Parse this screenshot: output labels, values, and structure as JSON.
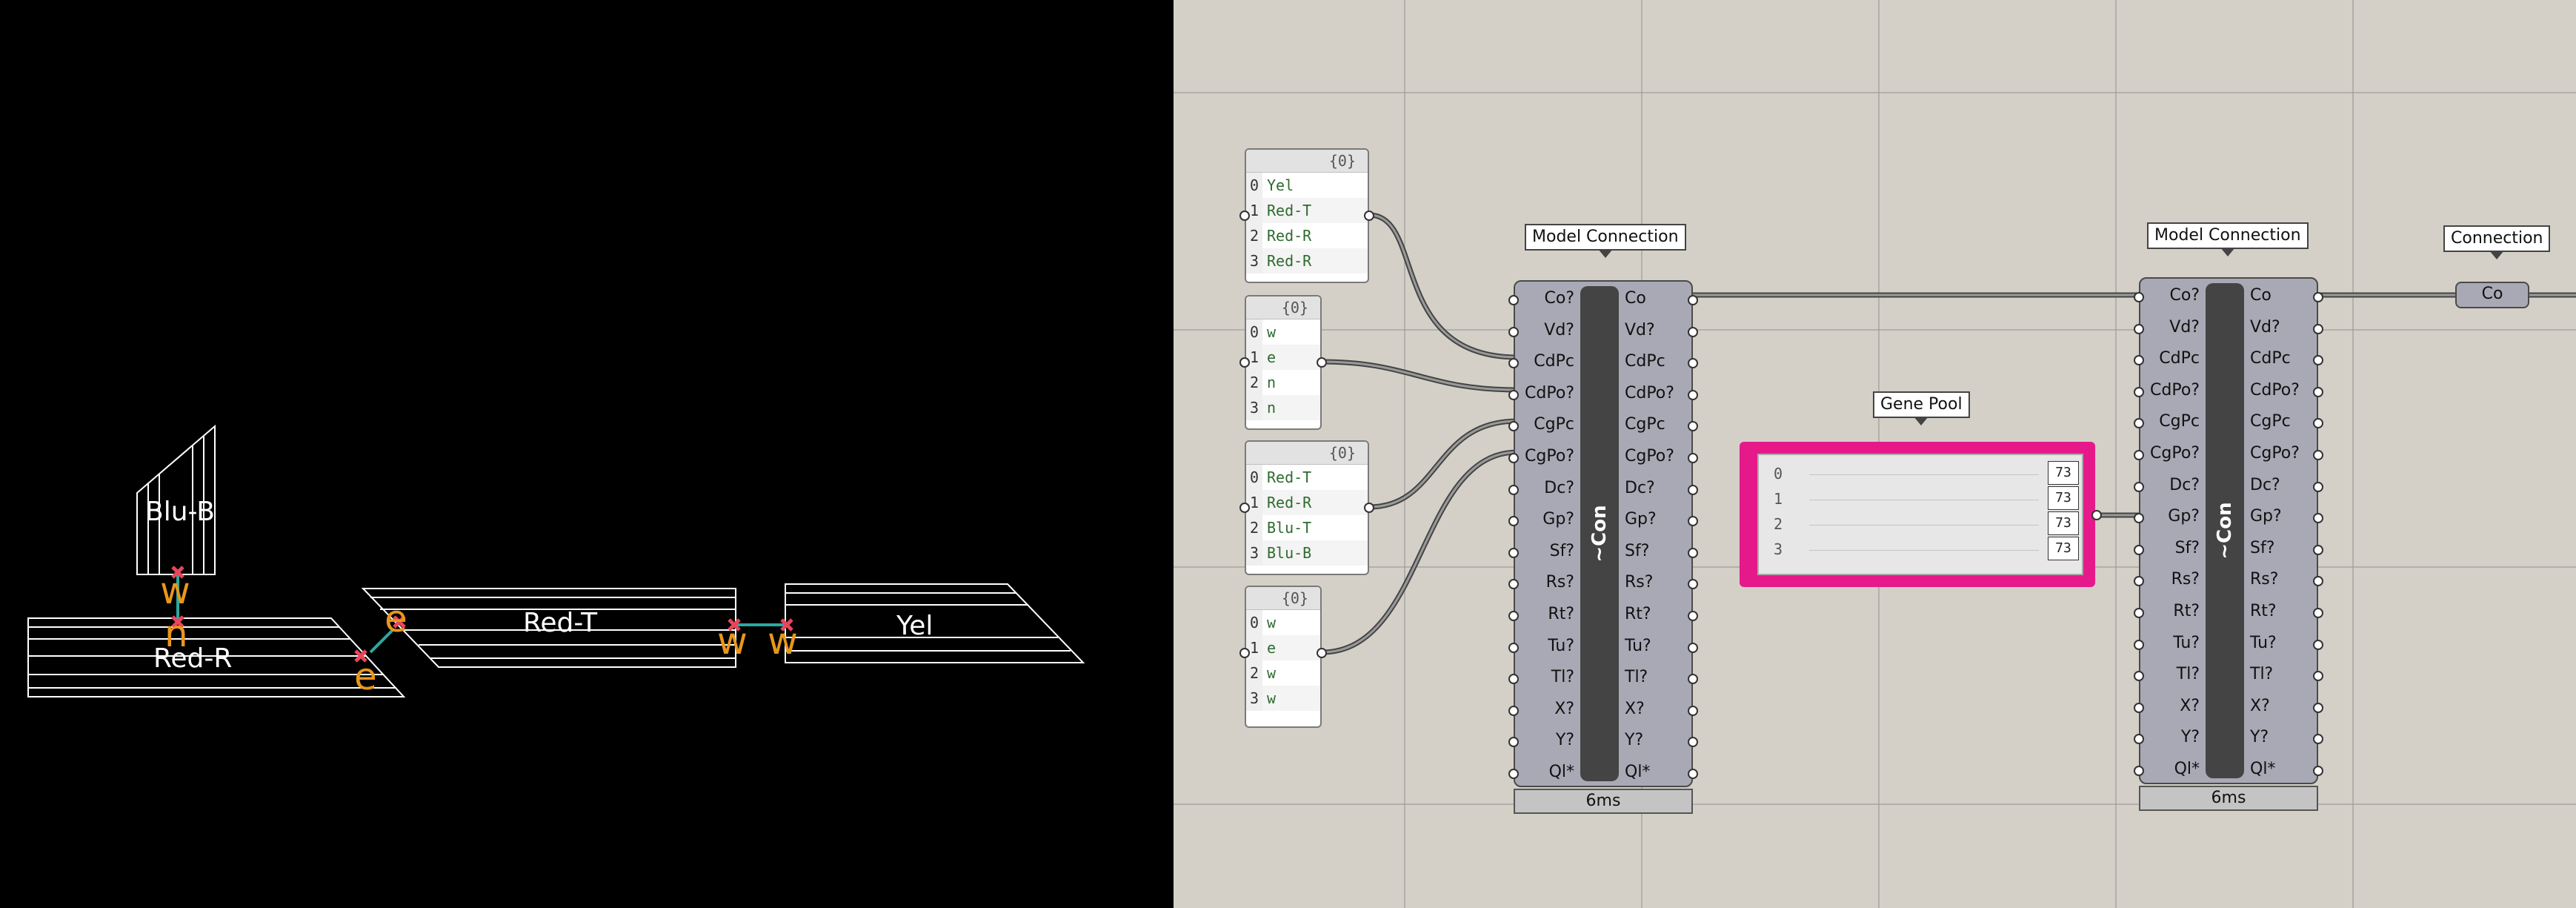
{
  "viewport": {
    "shapes": {
      "blu": "Blu-B",
      "red_r": "Red-R",
      "red_t": "Red-T",
      "yel": "Yel"
    },
    "connector_labels": [
      "w",
      "n",
      "e",
      "e",
      "w",
      "w"
    ],
    "colors": {
      "background": "#000000",
      "outline": "#ffffff",
      "marker": "#e8465a",
      "arrow": "#2aa8a0",
      "connector_text": "#e8961c"
    }
  },
  "canvas": {
    "panels": [
      {
        "header": "{0}",
        "items": [
          "Yel",
          "Red-T",
          "Red-R",
          "Red-R"
        ]
      },
      {
        "header": "{0}",
        "items": [
          "w",
          "e",
          "n",
          "n"
        ]
      },
      {
        "header": "{0}",
        "items": [
          "Red-T",
          "Red-R",
          "Blu-T",
          "Blu-B"
        ]
      },
      {
        "header": "{0}",
        "items": [
          "w",
          "e",
          "w",
          "w"
        ]
      }
    ],
    "components": [
      {
        "title": "Model Connection",
        "name": "~Con",
        "timer": "6ms",
        "inputs": [
          "Co?",
          "Vd?",
          "CdPc",
          "CdPo?",
          "CgPc",
          "CgPo?",
          "Dc?",
          "Gp?",
          "Sf?",
          "Rs?",
          "Rt?",
          "Tu?",
          "Tl?",
          "X?",
          "Y?",
          "Ql*"
        ],
        "outputs": [
          "Co",
          "Vd?",
          "CdPc",
          "CdPo?",
          "CgPc",
          "CgPo?",
          "Dc?",
          "Gp?",
          "Sf?",
          "Rs?",
          "Rt?",
          "Tu?",
          "Tl?",
          "X?",
          "Y?",
          "Ql*"
        ]
      },
      {
        "title": "Model Connection",
        "name": "~Con",
        "timer": "6ms",
        "inputs": [
          "Co?",
          "Vd?",
          "CdPc",
          "CdPo?",
          "CgPc",
          "CgPo?",
          "Dc?",
          "Gp?",
          "Sf?",
          "Rs?",
          "Rt?",
          "Tu?",
          "Tl?",
          "X?",
          "Y?",
          "Ql*"
        ],
        "outputs": [
          "Co",
          "Vd?",
          "CdPc",
          "CdPo?",
          "CgPc",
          "CgPo?",
          "Dc?",
          "Gp?",
          "Sf?",
          "Rs?",
          "Rt?",
          "Tu?",
          "Tl?",
          "X?",
          "Y?",
          "Ql*"
        ]
      }
    ],
    "gene_pool": {
      "title": "Gene Pool",
      "rows": [
        {
          "index": "0",
          "value": "73"
        },
        {
          "index": "1",
          "value": "73"
        },
        {
          "index": "2",
          "value": "73"
        },
        {
          "index": "3",
          "value": "73"
        }
      ],
      "color": "#e6198a"
    },
    "param": {
      "title": "Connection",
      "label": "Co"
    }
  }
}
